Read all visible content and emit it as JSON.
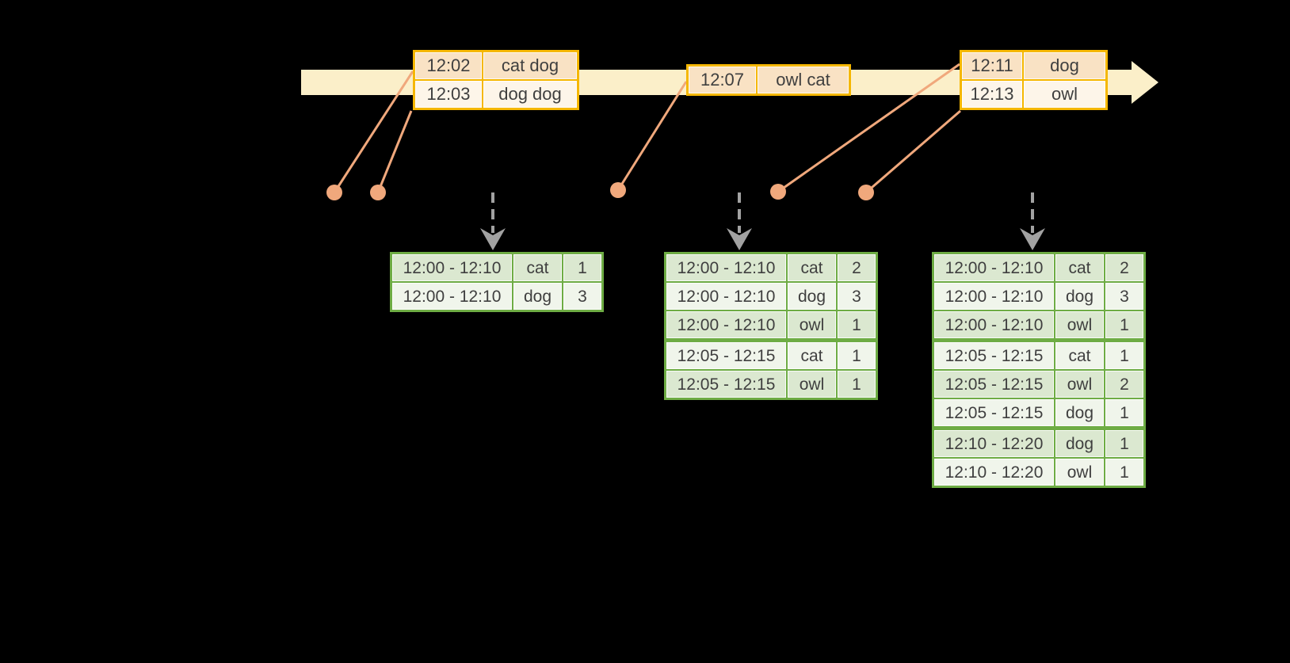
{
  "colors": {
    "background": "#000000",
    "timeline_fill": "#FBEFC9",
    "event_border": "#F5B700",
    "event_row_dark": "#F9E2C4",
    "event_row_light": "#FDF5E9",
    "connector": "#F0A87C",
    "trigger_arrow": "#A2A2A2",
    "result_border": "#6EAC44",
    "result_row_dark": "#DBE8D0",
    "result_row_light": "#F0F5EB",
    "text": "#3F3F3F"
  },
  "icons": {
    "timeline_arrow": "right-arrow-band",
    "event_marker": "dot",
    "trigger_marker": "dashed-down-arrow"
  },
  "event_tables": [
    {
      "rows": [
        {
          "time": "12:02",
          "words": "cat dog"
        },
        {
          "time": "12:03",
          "words": "dog dog"
        }
      ]
    },
    {
      "rows": [
        {
          "time": "12:07",
          "words": "owl cat"
        }
      ]
    },
    {
      "rows": [
        {
          "time": "12:11",
          "words": "dog"
        },
        {
          "time": "12:13",
          "words": "owl"
        }
      ]
    }
  ],
  "result_tables": [
    {
      "rows": [
        {
          "window": "12:00 - 12:10",
          "word": "cat",
          "count": 1
        },
        {
          "window": "12:00 - 12:10",
          "word": "dog",
          "count": 3
        }
      ]
    },
    {
      "rows": [
        {
          "window": "12:00 - 12:10",
          "word": "cat",
          "count": 2
        },
        {
          "window": "12:00 - 12:10",
          "word": "dog",
          "count": 3
        },
        {
          "window": "12:00 - 12:10",
          "word": "owl",
          "count": 1
        },
        {
          "window": "12:05 - 12:15",
          "word": "cat",
          "count": 1
        },
        {
          "window": "12:05 - 12:15",
          "word": "owl",
          "count": 1
        }
      ]
    },
    {
      "rows": [
        {
          "window": "12:00 - 12:10",
          "word": "cat",
          "count": 2
        },
        {
          "window": "12:00 - 12:10",
          "word": "dog",
          "count": 3
        },
        {
          "window": "12:00 - 12:10",
          "word": "owl",
          "count": 1
        },
        {
          "window": "12:05 - 12:15",
          "word": "cat",
          "count": 1
        },
        {
          "window": "12:05 - 12:15",
          "word": "owl",
          "count": 2
        },
        {
          "window": "12:05 - 12:15",
          "word": "dog",
          "count": 1
        },
        {
          "window": "12:10 - 12:20",
          "word": "dog",
          "count": 1
        },
        {
          "window": "12:10 - 12:20",
          "word": "owl",
          "count": 1
        }
      ]
    }
  ]
}
